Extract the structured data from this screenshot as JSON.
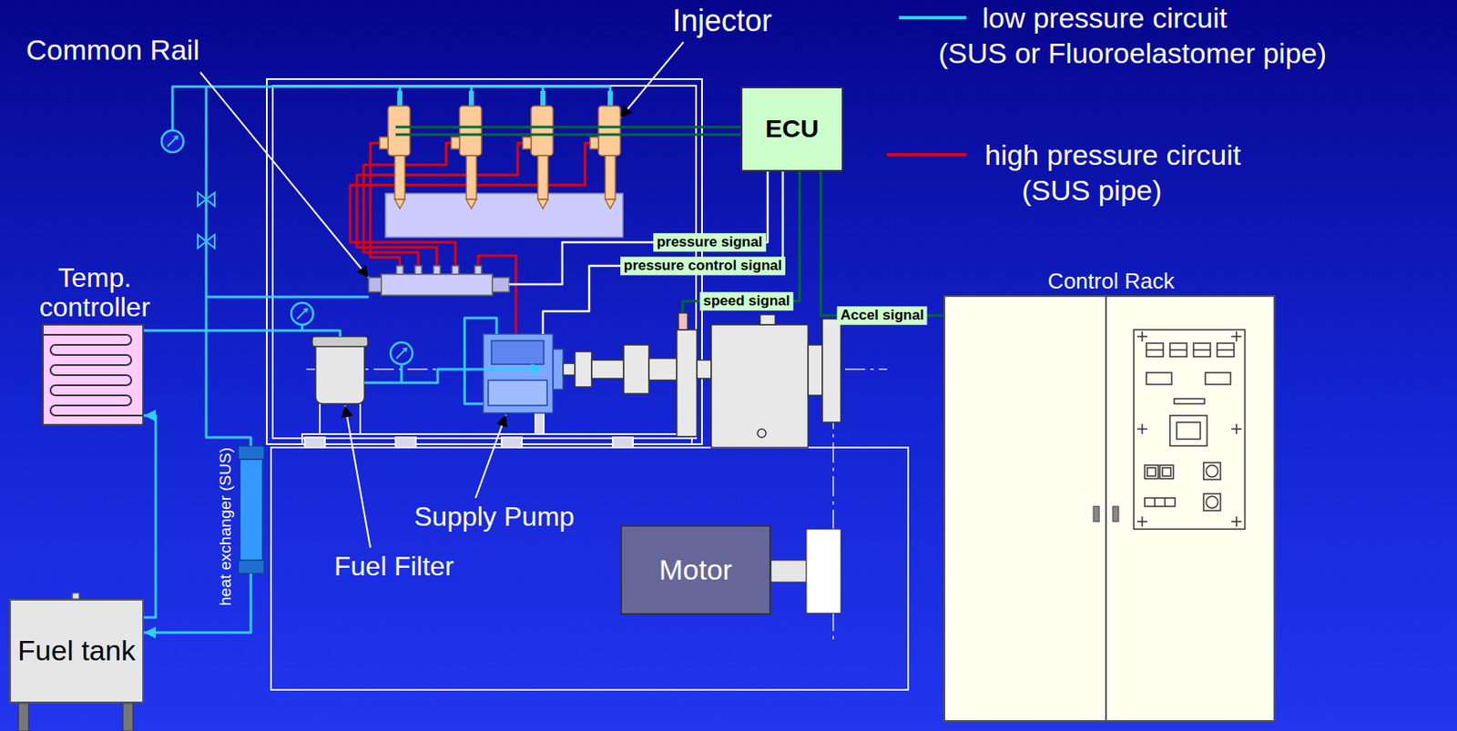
{
  "diagram": {
    "nodes": [
      {
        "text": [
          "ECU"
        ]
      },
      {
        "text": [
          "Temp. controller"
        ]
      },
      {
        "text": [
          "Control Rack"
        ]
      },
      {
        "text": [
          "Motor"
        ]
      },
      {
        "text": [
          "Fuel tank"
        ]
      }
    ],
    "edges": [
      {
        "from": 0,
        "to": 2,
        "arrow": "none",
        "label": "Accel signal"
      },
      {
        "from": 4,
        "to": 1,
        "arrow": "to"
      }
    ],
    "labels": [
      "Common Rail",
      "Injector",
      "(SUS or Fluoroelastomer pipe)",
      "(SUS pipe)",
      "pressure signal",
      "pressure control signal",
      "speed signal",
      "Supply Pump",
      "Fuel Filter",
      "heat exchanger (SUS)"
    ],
    "legend": [
      {
        "text": "low pressure circuit",
        "color": "#33ccff"
      },
      {
        "text": "high pressure circuit",
        "color": "#e60000"
      }
    ]
  }
}
